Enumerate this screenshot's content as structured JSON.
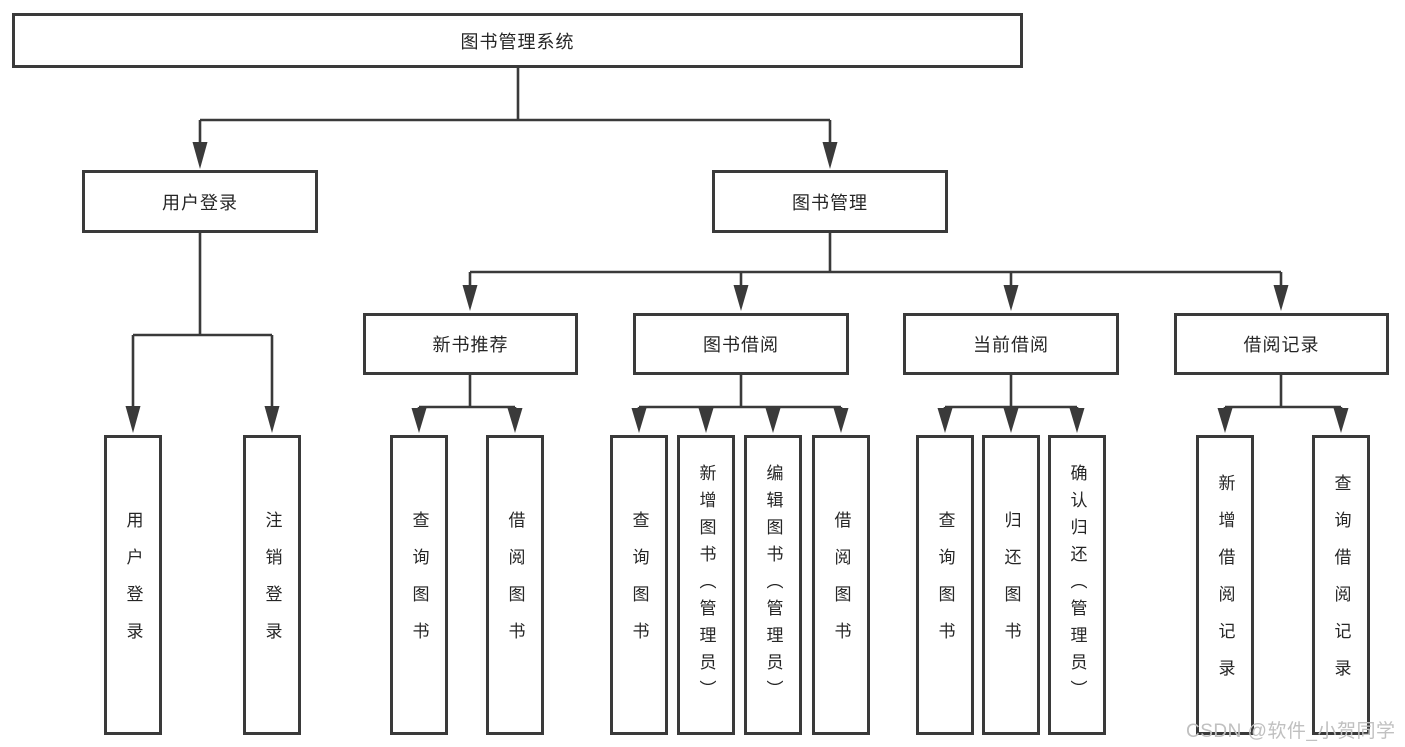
{
  "diagram_title": "图书管理系统",
  "tree": {
    "root": {
      "label": "图书管理系统"
    },
    "branches": [
      {
        "label": "用户登录",
        "children": [
          {
            "label": "用户登录"
          },
          {
            "label": "注销登录"
          }
        ]
      },
      {
        "label": "图书管理",
        "children": [
          {
            "label": "新书推荐",
            "children": [
              {
                "label": "查询图书"
              },
              {
                "label": "借阅图书"
              }
            ]
          },
          {
            "label": "图书借阅",
            "children": [
              {
                "label": "查询图书"
              },
              {
                "label": "新增图书（管理员）"
              },
              {
                "label": "编辑图书（管理员）"
              },
              {
                "label": "借阅图书"
              }
            ]
          },
          {
            "label": "当前借阅",
            "children": [
              {
                "label": "查询图书"
              },
              {
                "label": "归还图书"
              },
              {
                "label": "确认归还（管理员）"
              }
            ]
          },
          {
            "label": "借阅记录",
            "children": [
              {
                "label": "新增借阅记录"
              },
              {
                "label": "查询借阅记录"
              }
            ]
          }
        ]
      }
    ]
  },
  "watermark": {
    "text": "CSDN @软件_小贺同学"
  },
  "colors": {
    "line": "#3a3a3a",
    "text": "#262626",
    "background": "#ffffff",
    "watermark": "#c0c0c0"
  }
}
